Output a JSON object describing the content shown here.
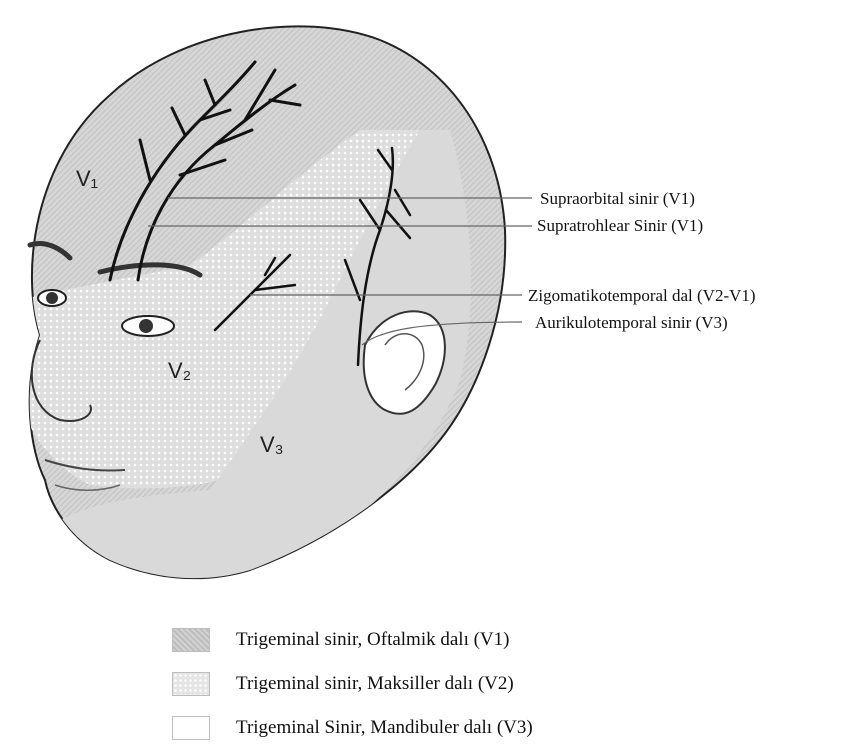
{
  "regions": {
    "v1": "V₁",
    "v2": "V₂",
    "v3": "V₃"
  },
  "nerves": [
    {
      "id": "supraorbital",
      "label": "Supraorbital sinir (V1)"
    },
    {
      "id": "supratrochlear",
      "label": "Supratrohlear Sinir (V1)"
    },
    {
      "id": "zygomaticotemporal",
      "label": "Zigomatikotemporal dal (V2-V1)"
    },
    {
      "id": "auriculotemporal",
      "label": "Aurikulotemporal sinir (V3)"
    }
  ],
  "legend": [
    {
      "id": "v1",
      "label": "Trigeminal sinir, Oftalmik dalı (V1)"
    },
    {
      "id": "v2",
      "label": "Trigeminal sinir, Maksiller dalı (V2)"
    },
    {
      "id": "v3",
      "label": "Trigeminal Sinir, Mandibuler dalı (V3)"
    }
  ],
  "colors": {
    "v1_shade": "#cfcfcf",
    "v2_shade": "#e2e2e2",
    "v3_shade": "#d6d6d6",
    "outline": "#222222"
  }
}
